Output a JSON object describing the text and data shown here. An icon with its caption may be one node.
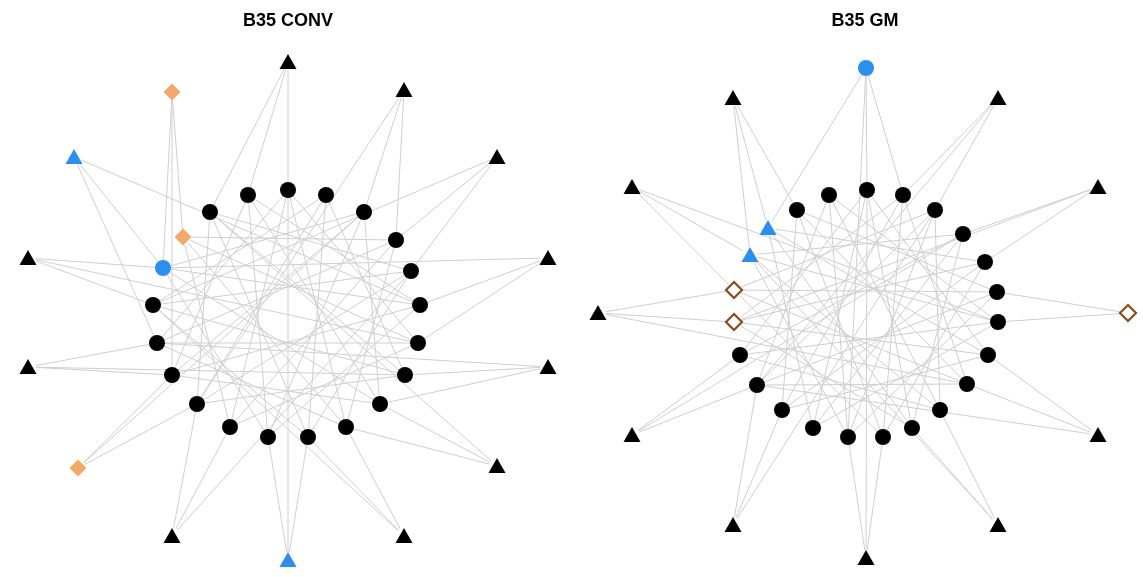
{
  "diagram": {
    "labels": [
      "B35 CONV",
      "B35 GM"
    ],
    "nodes": [
      {
        "text": [],
        "shape": "diamond"
      },
      {
        "text": [],
        "shape": "triangle"
      },
      {
        "text": [],
        "shape": "triangle"
      },
      {
        "text": [],
        "shape": "triangle"
      },
      {
        "text": [],
        "shape": "triangle"
      },
      {
        "text": [],
        "shape": "triangle"
      },
      {
        "text": [],
        "shape": "triangle"
      },
      {
        "text": [],
        "shape": "triangle"
      },
      {
        "text": [],
        "shape": "triangle"
      },
      {
        "text": [],
        "shape": "diamond"
      },
      {
        "text": [],
        "shape": "triangle"
      },
      {
        "text": [],
        "shape": "triangle"
      },
      {
        "text": [],
        "shape": "triangle"
      },
      {
        "text": [],
        "shape": "triangle"
      },
      {
        "text": [],
        "shape": "circle"
      },
      {
        "text": [],
        "shape": "circle"
      },
      {
        "text": [],
        "shape": "circle"
      },
      {
        "text": [],
        "shape": "circle"
      },
      {
        "text": [],
        "shape": "circle"
      },
      {
        "text": [],
        "shape": "circle"
      },
      {
        "text": [],
        "shape": "circle"
      },
      {
        "text": [],
        "shape": "circle"
      },
      {
        "text": [],
        "shape": "circle"
      },
      {
        "text": [],
        "shape": "circle"
      },
      {
        "text": [],
        "shape": "circle"
      },
      {
        "text": [],
        "shape": "circle"
      },
      {
        "text": [],
        "shape": "circle"
      },
      {
        "text": [],
        "shape": "circle"
      },
      {
        "text": [],
        "shape": "circle"
      },
      {
        "text": [],
        "shape": "circle"
      },
      {
        "text": [],
        "shape": "circle"
      },
      {
        "text": [],
        "shape": "circle"
      },
      {
        "text": [],
        "shape": "diamond"
      },
      {
        "text": [],
        "shape": "circle"
      },
      {
        "text": [],
        "shape": "circle"
      },
      {
        "text": [],
        "shape": "circle"
      },
      {
        "text": [],
        "shape": "triangle"
      },
      {
        "text": [],
        "shape": "triangle"
      },
      {
        "text": [],
        "shape": "triangle"
      },
      {
        "text": [],
        "shape": "triangle"
      },
      {
        "text": [],
        "shape": "triangle"
      },
      {
        "text": [],
        "shape": "diamond"
      },
      {
        "text": [],
        "shape": "triangle"
      },
      {
        "text": [],
        "shape": "triangle"
      },
      {
        "text": [],
        "shape": "triangle"
      },
      {
        "text": [],
        "shape": "triangle"
      },
      {
        "text": [],
        "shape": "triangle"
      },
      {
        "text": [],
        "shape": "circle"
      },
      {
        "text": [],
        "shape": "circle"
      },
      {
        "text": [],
        "shape": "circle"
      },
      {
        "text": [],
        "shape": "circle"
      },
      {
        "text": [],
        "shape": "circle"
      },
      {
        "text": [],
        "shape": "circle"
      },
      {
        "text": [],
        "shape": "circle"
      },
      {
        "text": [],
        "shape": "circle"
      },
      {
        "text": [],
        "shape": "circle"
      },
      {
        "text": [],
        "shape": "circle"
      },
      {
        "text": [],
        "shape": "circle"
      },
      {
        "text": [],
        "shape": "circle"
      },
      {
        "text": [],
        "shape": "circle"
      },
      {
        "text": [],
        "shape": "circle"
      },
      {
        "text": [],
        "shape": "circle"
      },
      {
        "text": [],
        "shape": "circle"
      },
      {
        "text": [],
        "shape": "circle"
      },
      {
        "text": [],
        "shape": "diamond"
      },
      {
        "text": [],
        "shape": "diamond"
      },
      {
        "text": [],
        "shape": "triangle"
      },
      {
        "text": [],
        "shape": "triangle"
      },
      {
        "text": [],
        "shape": "circle"
      },
      {
        "text": [],
        "shape": "circle"
      }
    ],
    "edges": [
      {
        "from": 14,
        "to": 20,
        "arrow": "none"
      },
      {
        "from": 15,
        "to": 21,
        "arrow": "none"
      },
      {
        "from": 16,
        "to": 22,
        "arrow": "none"
      },
      {
        "from": 17,
        "to": 23,
        "arrow": "none"
      },
      {
        "from": 18,
        "to": 24,
        "arrow": "none"
      },
      {
        "from": 19,
        "to": 25,
        "arrow": "none"
      },
      {
        "from": 20,
        "to": 26,
        "arrow": "none"
      },
      {
        "from": 21,
        "to": 27,
        "arrow": "none"
      },
      {
        "from": 22,
        "to": 28,
        "arrow": "none"
      },
      {
        "from": 23,
        "to": 29,
        "arrow": "none"
      },
      {
        "from": 24,
        "to": 30,
        "arrow": "none"
      },
      {
        "from": 25,
        "to": 31,
        "arrow": "none"
      },
      {
        "from": 26,
        "to": 32,
        "arrow": "none"
      },
      {
        "from": 27,
        "to": 33,
        "arrow": "none"
      },
      {
        "from": 28,
        "to": 34,
        "arrow": "none"
      },
      {
        "from": 29,
        "to": 14,
        "arrow": "none"
      },
      {
        "from": 30,
        "to": 15,
        "arrow": "none"
      },
      {
        "from": 31,
        "to": 16,
        "arrow": "none"
      },
      {
        "from": 32,
        "to": 17,
        "arrow": "none"
      },
      {
        "from": 33,
        "to": 18,
        "arrow": "none"
      },
      {
        "from": 34,
        "to": 19,
        "arrow": "none"
      },
      {
        "from": 14,
        "to": 23,
        "arrow": "none"
      },
      {
        "from": 15,
        "to": 24,
        "arrow": "none"
      },
      {
        "from": 16,
        "to": 25,
        "arrow": "none"
      },
      {
        "from": 17,
        "to": 26,
        "arrow": "none"
      },
      {
        "from": 18,
        "to": 27,
        "arrow": "none"
      },
      {
        "from": 19,
        "to": 28,
        "arrow": "none"
      },
      {
        "from": 20,
        "to": 29,
        "arrow": "none"
      },
      {
        "from": 21,
        "to": 30,
        "arrow": "none"
      },
      {
        "from": 22,
        "to": 31,
        "arrow": "none"
      },
      {
        "from": 23,
        "to": 32,
        "arrow": "none"
      },
      {
        "from": 24,
        "to": 33,
        "arrow": "none"
      },
      {
        "from": 25,
        "to": 34,
        "arrow": "none"
      },
      {
        "from": 26,
        "to": 14,
        "arrow": "none"
      },
      {
        "from": 27,
        "to": 15,
        "arrow": "none"
      },
      {
        "from": 28,
        "to": 16,
        "arrow": "none"
      },
      {
        "from": 29,
        "to": 17,
        "arrow": "none"
      },
      {
        "from": 30,
        "to": 18,
        "arrow": "none"
      },
      {
        "from": 31,
        "to": 19,
        "arrow": "none"
      },
      {
        "from": 32,
        "to": 20,
        "arrow": "none"
      },
      {
        "from": 33,
        "to": 21,
        "arrow": "none"
      },
      {
        "from": 34,
        "to": 22,
        "arrow": "none"
      },
      {
        "from": 0,
        "to": 32,
        "arrow": "none"
      },
      {
        "from": 0,
        "to": 31,
        "arrow": "none"
      },
      {
        "from": 0,
        "to": 28,
        "arrow": "none"
      },
      {
        "from": 1,
        "to": 14,
        "arrow": "none"
      },
      {
        "from": 1,
        "to": 33,
        "arrow": "none"
      },
      {
        "from": 1,
        "to": 34,
        "arrow": "none"
      },
      {
        "from": 2,
        "to": 16,
        "arrow": "none"
      },
      {
        "from": 2,
        "to": 17,
        "arrow": "none"
      },
      {
        "from": 2,
        "to": 27,
        "arrow": "none"
      },
      {
        "from": 3,
        "to": 31,
        "arrow": "none"
      },
      {
        "from": 3,
        "to": 29,
        "arrow": "none"
      },
      {
        "from": 3,
        "to": 19,
        "arrow": "none"
      },
      {
        "from": 4,
        "to": 17,
        "arrow": "none"
      },
      {
        "from": 4,
        "to": 18,
        "arrow": "none"
      },
      {
        "from": 4,
        "to": 30,
        "arrow": "none"
      },
      {
        "from": 5,
        "to": 30,
        "arrow": "none"
      },
      {
        "from": 5,
        "to": 31,
        "arrow": "none"
      },
      {
        "from": 5,
        "to": 20,
        "arrow": "none"
      },
      {
        "from": 6,
        "to": 19,
        "arrow": "none"
      },
      {
        "from": 6,
        "to": 20,
        "arrow": "none"
      },
      {
        "from": 6,
        "to": 31,
        "arrow": "none"
      },
      {
        "from": 7,
        "to": 28,
        "arrow": "none"
      },
      {
        "from": 7,
        "to": 29,
        "arrow": "none"
      },
      {
        "from": 7,
        "to": 21,
        "arrow": "none"
      },
      {
        "from": 8,
        "to": 21,
        "arrow": "none"
      },
      {
        "from": 8,
        "to": 22,
        "arrow": "none"
      },
      {
        "from": 8,
        "to": 29,
        "arrow": "none"
      },
      {
        "from": 9,
        "to": 27,
        "arrow": "none"
      },
      {
        "from": 9,
        "to": 28,
        "arrow": "none"
      },
      {
        "from": 9,
        "to": 16,
        "arrow": "none"
      },
      {
        "from": 10,
        "to": 22,
        "arrow": "none"
      },
      {
        "from": 10,
        "to": 23,
        "arrow": "none"
      },
      {
        "from": 10,
        "to": 33,
        "arrow": "none"
      },
      {
        "from": 11,
        "to": 26,
        "arrow": "none"
      },
      {
        "from": 11,
        "to": 27,
        "arrow": "none"
      },
      {
        "from": 11,
        "to": 18,
        "arrow": "none"
      },
      {
        "from": 12,
        "to": 25,
        "arrow": "none"
      },
      {
        "from": 12,
        "to": 24,
        "arrow": "none"
      },
      {
        "from": 12,
        "to": 14,
        "arrow": "none"
      },
      {
        "from": 13,
        "to": 23,
        "arrow": "none"
      },
      {
        "from": 13,
        "to": 24,
        "arrow": "none"
      },
      {
        "from": 13,
        "to": 30,
        "arrow": "none"
      },
      {
        "from": 47,
        "to": 54,
        "arrow": "none"
      },
      {
        "from": 48,
        "to": 55,
        "arrow": "none"
      },
      {
        "from": 49,
        "to": 56,
        "arrow": "none"
      },
      {
        "from": 50,
        "to": 57,
        "arrow": "none"
      },
      {
        "from": 51,
        "to": 58,
        "arrow": "none"
      },
      {
        "from": 52,
        "to": 59,
        "arrow": "none"
      },
      {
        "from": 53,
        "to": 60,
        "arrow": "none"
      },
      {
        "from": 54,
        "to": 61,
        "arrow": "none"
      },
      {
        "from": 55,
        "to": 62,
        "arrow": "none"
      },
      {
        "from": 56,
        "to": 63,
        "arrow": "none"
      },
      {
        "from": 57,
        "to": 64,
        "arrow": "none"
      },
      {
        "from": 58,
        "to": 65,
        "arrow": "none"
      },
      {
        "from": 59,
        "to": 66,
        "arrow": "none"
      },
      {
        "from": 60,
        "to": 67,
        "arrow": "none"
      },
      {
        "from": 61,
        "to": 68,
        "arrow": "none"
      },
      {
        "from": 62,
        "to": 69,
        "arrow": "none"
      },
      {
        "from": 63,
        "to": 47,
        "arrow": "none"
      },
      {
        "from": 64,
        "to": 48,
        "arrow": "none"
      },
      {
        "from": 65,
        "to": 49,
        "arrow": "none"
      },
      {
        "from": 66,
        "to": 50,
        "arrow": "none"
      },
      {
        "from": 67,
        "to": 51,
        "arrow": "none"
      },
      {
        "from": 68,
        "to": 52,
        "arrow": "none"
      },
      {
        "from": 69,
        "to": 53,
        "arrow": "none"
      },
      {
        "from": 47,
        "to": 57,
        "arrow": "none"
      },
      {
        "from": 48,
        "to": 58,
        "arrow": "none"
      },
      {
        "from": 49,
        "to": 59,
        "arrow": "none"
      },
      {
        "from": 50,
        "to": 60,
        "arrow": "none"
      },
      {
        "from": 51,
        "to": 61,
        "arrow": "none"
      },
      {
        "from": 52,
        "to": 62,
        "arrow": "none"
      },
      {
        "from": 53,
        "to": 63,
        "arrow": "none"
      },
      {
        "from": 54,
        "to": 64,
        "arrow": "none"
      },
      {
        "from": 55,
        "to": 65,
        "arrow": "none"
      },
      {
        "from": 56,
        "to": 66,
        "arrow": "none"
      },
      {
        "from": 57,
        "to": 67,
        "arrow": "none"
      },
      {
        "from": 58,
        "to": 68,
        "arrow": "none"
      },
      {
        "from": 59,
        "to": 69,
        "arrow": "none"
      },
      {
        "from": 60,
        "to": 47,
        "arrow": "none"
      },
      {
        "from": 61,
        "to": 48,
        "arrow": "none"
      },
      {
        "from": 62,
        "to": 49,
        "arrow": "none"
      },
      {
        "from": 63,
        "to": 50,
        "arrow": "none"
      },
      {
        "from": 64,
        "to": 51,
        "arrow": "none"
      },
      {
        "from": 65,
        "to": 52,
        "arrow": "none"
      },
      {
        "from": 66,
        "to": 53,
        "arrow": "none"
      },
      {
        "from": 67,
        "to": 54,
        "arrow": "none"
      },
      {
        "from": 68,
        "to": 55,
        "arrow": "none"
      },
      {
        "from": 69,
        "to": 56,
        "arrow": "none"
      },
      {
        "from": 35,
        "to": 47,
        "arrow": "none"
      },
      {
        "from": 35,
        "to": 48,
        "arrow": "none"
      },
      {
        "from": 35,
        "to": 67,
        "arrow": "none"
      },
      {
        "from": 35,
        "to": 59,
        "arrow": "none"
      },
      {
        "from": 36,
        "to": 67,
        "arrow": "none"
      },
      {
        "from": 36,
        "to": 68,
        "arrow": "none"
      },
      {
        "from": 36,
        "to": 66,
        "arrow": "none"
      },
      {
        "from": 37,
        "to": 48,
        "arrow": "none"
      },
      {
        "from": 37,
        "to": 49,
        "arrow": "none"
      },
      {
        "from": 37,
        "to": 62,
        "arrow": "none"
      },
      {
        "from": 38,
        "to": 66,
        "arrow": "none"
      },
      {
        "from": 38,
        "to": 65,
        "arrow": "none"
      },
      {
        "from": 38,
        "to": 53,
        "arrow": "none"
      },
      {
        "from": 39,
        "to": 50,
        "arrow": "none"
      },
      {
        "from": 39,
        "to": 51,
        "arrow": "none"
      },
      {
        "from": 39,
        "to": 64,
        "arrow": "none"
      },
      {
        "from": 40,
        "to": 65,
        "arrow": "none"
      },
      {
        "from": 40,
        "to": 64,
        "arrow": "none"
      },
      {
        "from": 40,
        "to": 55,
        "arrow": "none"
      },
      {
        "from": 41,
        "to": 52,
        "arrow": "none"
      },
      {
        "from": 41,
        "to": 53,
        "arrow": "none"
      },
      {
        "from": 42,
        "to": 62,
        "arrow": "none"
      },
      {
        "from": 42,
        "to": 63,
        "arrow": "none"
      },
      {
        "from": 42,
        "to": 50,
        "arrow": "none"
      },
      {
        "from": 43,
        "to": 54,
        "arrow": "none"
      },
      {
        "from": 43,
        "to": 55,
        "arrow": "none"
      },
      {
        "from": 43,
        "to": 62,
        "arrow": "none"
      },
      {
        "from": 44,
        "to": 61,
        "arrow": "none"
      },
      {
        "from": 44,
        "to": 62,
        "arrow": "none"
      },
      {
        "from": 44,
        "to": 49,
        "arrow": "none"
      },
      {
        "from": 45,
        "to": 56,
        "arrow": "none"
      },
      {
        "from": 45,
        "to": 57,
        "arrow": "none"
      },
      {
        "from": 45,
        "to": 66,
        "arrow": "none"
      },
      {
        "from": 46,
        "to": 58,
        "arrow": "none"
      },
      {
        "from": 46,
        "to": 59,
        "arrow": "none"
      },
      {
        "from": 46,
        "to": 47,
        "arrow": "none"
      }
    ]
  }
}
